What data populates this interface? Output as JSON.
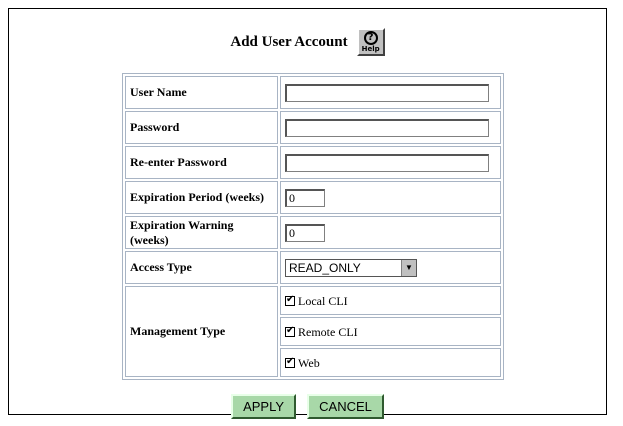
{
  "page": {
    "title": "Add User Account",
    "help_label": "Help",
    "help_glyph": "?"
  },
  "fields": {
    "user_name": {
      "label": "User Name",
      "value": ""
    },
    "password": {
      "label": "Password",
      "value": ""
    },
    "reenter_password": {
      "label": "Re-enter Password",
      "value": ""
    },
    "expiration_period": {
      "label": "Expiration Period (weeks)",
      "value": "0"
    },
    "expiration_warning": {
      "label": "Expiration Warning (weeks)",
      "value": "0"
    },
    "access_type": {
      "label": "Access Type",
      "value": "READ_ONLY"
    }
  },
  "management_type": {
    "label": "Management Type",
    "options": [
      {
        "label": "Local CLI",
        "checked": true
      },
      {
        "label": "Remote CLI",
        "checked": true
      },
      {
        "label": "Web",
        "checked": true
      }
    ]
  },
  "buttons": {
    "apply": "APPLY",
    "cancel": "CANCEL"
  }
}
